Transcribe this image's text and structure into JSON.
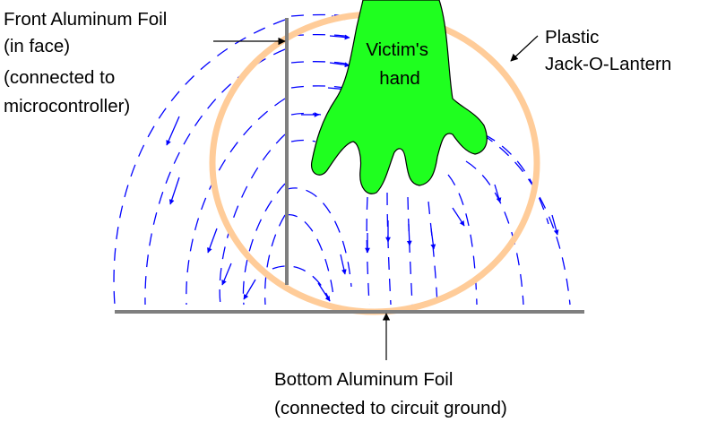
{
  "labels": {
    "front_foil": [
      "Front Aluminum Foil",
      "(in face)",
      "(connected to",
      "microcontroller)"
    ],
    "pumpkin": [
      "Plastic",
      "Jack-O-Lantern"
    ],
    "hand": [
      "Victim's",
      "hand"
    ],
    "bottom_foil": [
      "Bottom Aluminum Foil",
      "(connected to circuit ground)"
    ]
  },
  "colors": {
    "foil": "#7f7f7f",
    "pumpkin_outline": "#ffcc99",
    "hand_fill": "#1fff1f",
    "field_lines": "#0000ff",
    "text": "#000000"
  }
}
